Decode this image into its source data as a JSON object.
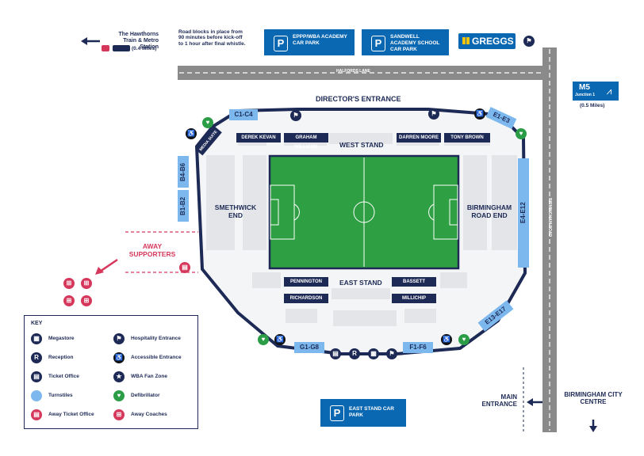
{
  "map": {
    "hawthorns": {
      "line1": "The Hawthorns",
      "line2": "Train & Metro Station",
      "distance": "(0.4 Miles)"
    },
    "road_blocks_note": "Road blocks in place from 90 minutes before kick-off to 1 hour after final whistle.",
    "car_parks": {
      "eppp": "EPPP/WBA ACADEMY CAR PARK",
      "sandwell": "SANDWELL ACADEMY SCHOOL CAR PARK",
      "east_stand": "EAST STAND CAR PARK",
      "symbol": "P"
    },
    "greggs": "GREGGS",
    "roads": {
      "halfords_lane": "HALFORDS LANE",
      "birmingham_road": "BIRMINGHAM ROAD"
    },
    "m5": {
      "title": "M5",
      "subtitle": "Junction 1",
      "distance": "(0.5 Miles)"
    },
    "directors_entrance": "DIRECTOR'S ENTRANCE",
    "stands": {
      "west": "WEST STAND",
      "east": "EAST STAND",
      "smethwick": "SMETHWICK END",
      "birmingham_road": "BIRMINGHAM ROAD END"
    },
    "sections": {
      "derek_kevan": "DEREK KEVAN",
      "graham_williams": "GRAHAM WILLIAMS",
      "darren_moore": "DARREN MOORE",
      "tony_brown": "TONY BROWN",
      "pennington": "PENNINGTON",
      "bassett": "BASSETT",
      "richardson": "RICHARDSON",
      "millichip": "MILLICHIP",
      "media_suite": "MEDIA SUITE"
    },
    "gates": {
      "c1_c4": "C1-C4",
      "e1_e3": "E1-E3",
      "b4_b6": "B4-B6",
      "b1_b2": "B1-B2",
      "e4_e12": "E4-E12",
      "e13_e17": "E13-E17",
      "g1_g8": "G1-G8",
      "f1_f6": "F1-F6"
    },
    "away_supporters": "AWAY SUPPORTERS",
    "main_entrance": "MAIN ENTRANCE",
    "birmingham_city_centre": "BIRMINGHAM CITY CENTRE",
    "colors": {
      "navy": "#1d2a55",
      "pitch": "#2ea043",
      "pitch_border": "#1d2a55",
      "turnstile_blue": "#7cb8ee",
      "car_park_blue": "#0a67b2",
      "away_red": "#d6385c",
      "defib_green": "#2b9d47",
      "road_grey": "#8a8a8a",
      "concourse_grey": "#e3e5e8"
    }
  },
  "key": {
    "title": "KEY",
    "items": [
      {
        "label": "Megastore",
        "icon": "megastore-icon"
      },
      {
        "label": "Hospitality Entrance",
        "icon": "hospitality-icon"
      },
      {
        "label": "Reception",
        "icon": "reception-icon",
        "symbol": "R"
      },
      {
        "label": "Accessible Entrance",
        "icon": "accessible-icon"
      },
      {
        "label": "Ticket Office",
        "icon": "ticket-icon"
      },
      {
        "label": "WBA Fan Zone",
        "icon": "fan-zone-icon"
      },
      {
        "label": "Turnstiles",
        "icon": "turnstile-icon"
      },
      {
        "label": "Defibrillator",
        "icon": "defibrillator-icon"
      },
      {
        "label": "Away Ticket Office",
        "icon": "away-ticket-icon"
      },
      {
        "label": "Away Coaches",
        "icon": "away-coach-icon"
      }
    ]
  }
}
